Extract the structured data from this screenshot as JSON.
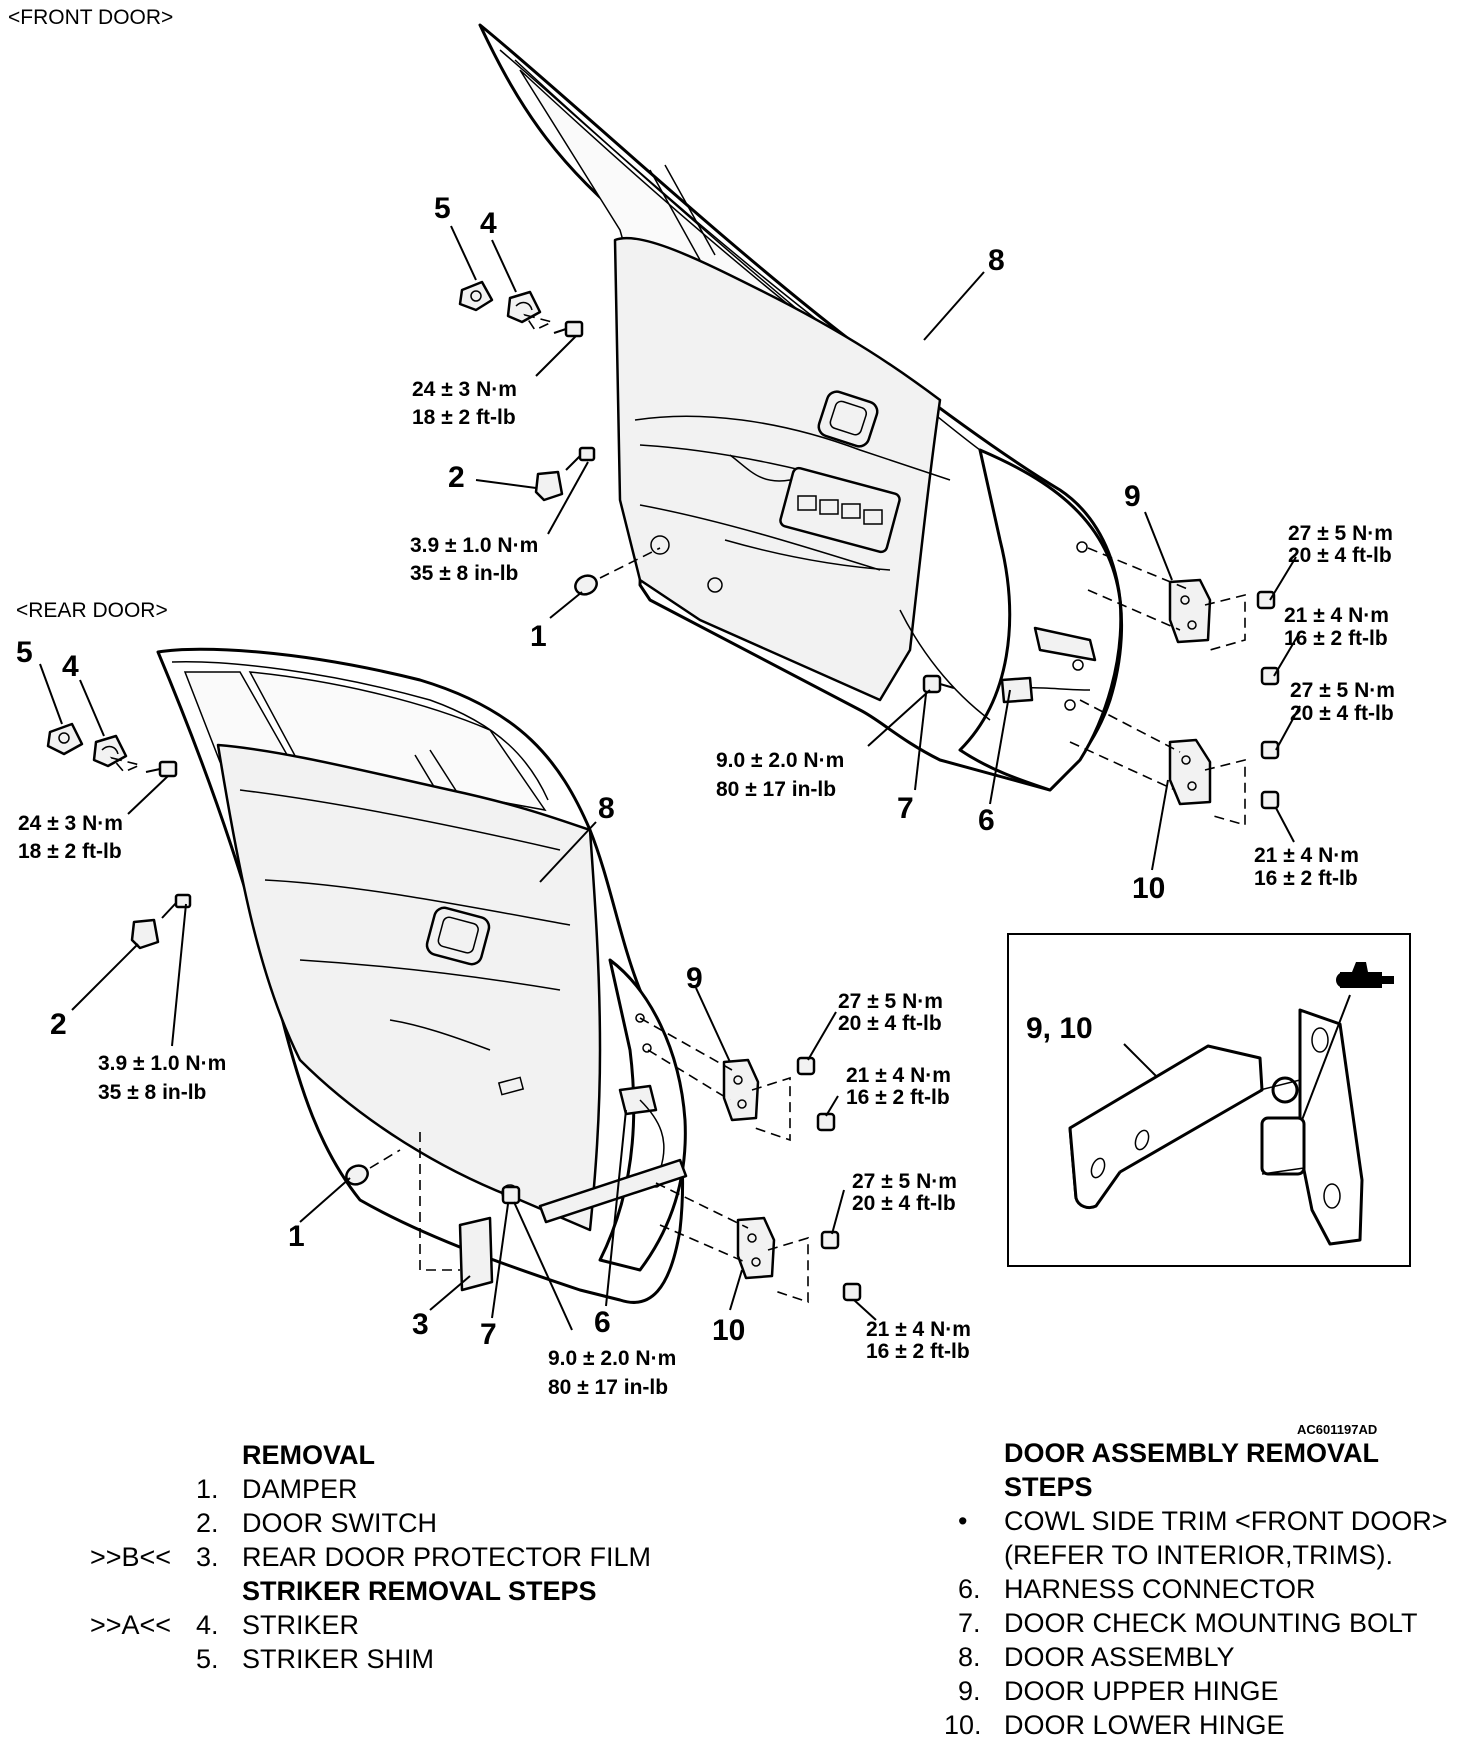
{
  "sections": {
    "front_door": "<FRONT DOOR>",
    "rear_door": "<REAR DOOR>"
  },
  "figure_code": "AC601197AD",
  "front": {
    "callouts": {
      "c5": "5",
      "c4": "4",
      "c8": "8",
      "c2": "2",
      "c9": "9",
      "c1": "1",
      "c7": "7",
      "c6": "6",
      "c10": "10"
    },
    "torques": {
      "striker": [
        "24 ± 3 N·m",
        "18 ± 2 ft-lb"
      ],
      "switch": [
        "3.9 ± 1.0 N·m",
        "35 ± 8 in-lb"
      ],
      "upper_door_side": [
        "27 ± 5 N·m",
        "20 ± 4 ft-lb"
      ],
      "upper_body_side": [
        "21 ± 4 N·m",
        "16 ± 2 ft-lb"
      ],
      "lower_door_side": [
        "27 ± 5 N·m",
        "20 ± 4 ft-lb"
      ],
      "lower_body_side": [
        "21 ± 4 N·m",
        "16 ± 2 ft-lb"
      ],
      "check_bolt": [
        "9.0 ± 2.0 N·m",
        "80 ± 17 in-lb"
      ]
    }
  },
  "rear": {
    "callouts": {
      "c5": "5",
      "c4": "4",
      "c8": "8",
      "c2": "2",
      "c1": "1",
      "c9": "9",
      "c3": "3",
      "c7": "7",
      "c6": "6",
      "c10": "10"
    },
    "torques": {
      "striker": [
        "24 ± 3 N·m",
        "18 ± 2 ft-lb"
      ],
      "switch": [
        "3.9 ± 1.0 N·m",
        "35 ± 8 in-lb"
      ],
      "upper_door_side": [
        "27 ± 5 N·m",
        "20 ± 4 ft-lb"
      ],
      "upper_body_side": [
        "21 ± 4 N·m",
        "16 ± 2 ft-lb"
      ],
      "lower_door_side": [
        "27 ± 5 N·m",
        "20 ± 4 ft-lb"
      ],
      "lower_body_side": [
        "21 ± 4 N·m",
        "16 ± 2 ft-lb"
      ],
      "check_bolt": [
        "9.0 ± 2.0 N·m",
        "80 ± 17 in-lb"
      ]
    }
  },
  "inset": {
    "label": "9, 10",
    "icon": "grease-gun-icon"
  },
  "legend_left": {
    "heading": "REMOVAL",
    "items": [
      {
        "mark": "",
        "num": "1.",
        "text": "DAMPER"
      },
      {
        "mark": "",
        "num": "2.",
        "text": "DOOR SWITCH"
      },
      {
        "mark": ">>B<<",
        "num": "3.",
        "text": "REAR DOOR PROTECTOR FILM"
      }
    ],
    "subheading": "STRIKER REMOVAL STEPS",
    "sub_items": [
      {
        "mark": ">>A<<",
        "num": "4.",
        "text": "STRIKER"
      },
      {
        "mark": "",
        "num": "5.",
        "text": "STRIKER SHIM"
      }
    ]
  },
  "legend_right": {
    "heading_1": "DOOR ASSEMBLY REMOVAL",
    "heading_2": "STEPS",
    "bullet": "•",
    "bullet_line_1": "COWL SIDE TRIM <FRONT DOOR>",
    "bullet_line_2": "(REFER TO  INTERIOR,TRIMS).",
    "items": [
      {
        "num": "6.",
        "text": "HARNESS CONNECTOR"
      },
      {
        "num": "7.",
        "text": "DOOR CHECK MOUNTING BOLT"
      },
      {
        "num": "8.",
        "text": "DOOR ASSEMBLY"
      },
      {
        "num": "9.",
        "text": "DOOR UPPER HINGE"
      },
      {
        "num": "10.",
        "text": "DOOR LOWER HINGE"
      }
    ]
  }
}
